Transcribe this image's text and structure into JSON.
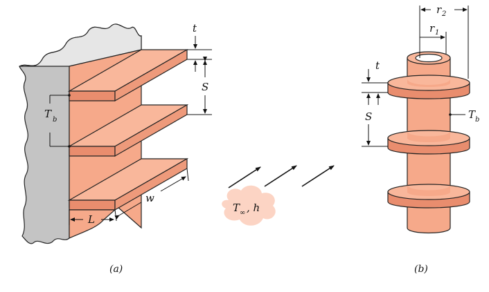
{
  "figure": {
    "panel_a": {
      "caption": "(a)",
      "labels": {
        "fin_thickness": "t",
        "fin_spacing": "S",
        "base_temperature": "T",
        "base_temperature_sub": "b",
        "fin_length": "L",
        "fin_width": "w"
      }
    },
    "panel_b": {
      "caption": "(b)",
      "labels": {
        "fin_thickness": "t",
        "fin_spacing": "S",
        "base_temperature": "T",
        "base_temperature_sub": "b",
        "outer_radius": "r",
        "outer_radius_sub": "2",
        "inner_radius": "r",
        "inner_radius_sub": "1"
      }
    },
    "fluid": {
      "label_T": "T",
      "label_sub": "∞",
      "label_h": ", h"
    }
  },
  "colors": {
    "fin_light": "#f9b79b",
    "fin_dark": "#e98d6e",
    "wall_gray": "#c4c4c4",
    "fluid_cloud": "#fcd4c4",
    "ink": "#111111"
  }
}
